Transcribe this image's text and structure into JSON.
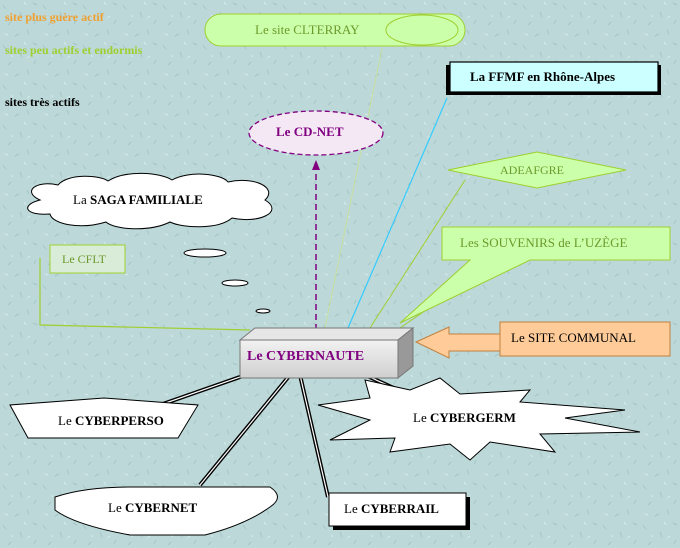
{
  "legend": {
    "inactive": "site plus guère actif",
    "dormant": "sites peu actifs et endormis",
    "active": "sites très actifs"
  },
  "nodes": {
    "center": "Le CYBERNAUTE",
    "clterray": "Le site CLTERRAY",
    "ffmf": "La FFMF en Rhône-Alpes",
    "cdnet": "Le CD-NET",
    "adeafgre": "ADEAFGRE",
    "saga_prefix": "La ",
    "saga_main": "SAGA FAMILIALE",
    "souvenirs": "Les SOUVENIRS de L’UZÈGE",
    "cflt": "Le CFLT",
    "site_communal": "Le SITE COMMUNAL",
    "cyberperso_prefix": "Le ",
    "cyberperso_main": "CYBERPERSO",
    "cybergerm_prefix": "Le ",
    "cybergerm_main": "CYBERGERM",
    "cybernet_prefix": "Le ",
    "cybernet_main": "CYBERNET",
    "cyberrail_prefix": "Le ",
    "cyberrail_main": "CYBERRAIL"
  },
  "colors": {
    "background": "#bcd8d8",
    "orange": "#f0a030",
    "green_line": "#9fcf2f",
    "green_fill": "#ccffaa",
    "purple": "#800080",
    "cyan": "#33ccff",
    "ffmf_fill": "#ccffff",
    "communal_fill": "#ffcc99"
  }
}
